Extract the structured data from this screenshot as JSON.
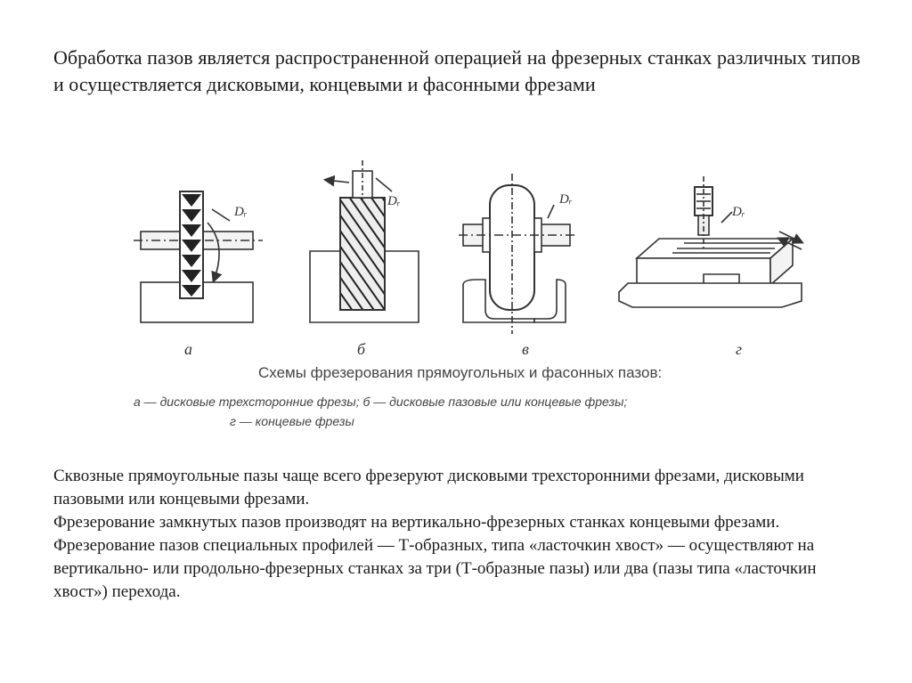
{
  "intro": "Обработка пазов является распространенной операцией на фрезерных станках различных типов и осуществляется дисковыми, концевыми и фасонными фрезами",
  "figure": {
    "tool_label": "Dᵣ",
    "panels": [
      "а",
      "б",
      "в",
      "г"
    ],
    "caption_title": "Схемы фрезерования прямоугольных и фасонных пазов:",
    "caption_line1": "а — дисковые трехсторонние фрезы; б — дисковые пазовые или концевые фрезы;",
    "caption_line2": "г — концевые фрезы"
  },
  "body": [
    "Сквозные прямоугольные пазы чаще всего фрезеруют дисковыми трехсторонними фрезами, дисковыми пазовыми или концевыми фрезами.",
    "Фрезерование замкнутых пазов производят на вертикально-фрезерных станках концевыми фрезами.",
    "Фрезерование пазов специальных профилей — Т-образных, типа «ласточкин хвост» — осуществляют на вертикально- или продольно-фрезерных станках за три (Т-образные пазы) или два (пазы типа «ласточкин хвост») перехода."
  ]
}
